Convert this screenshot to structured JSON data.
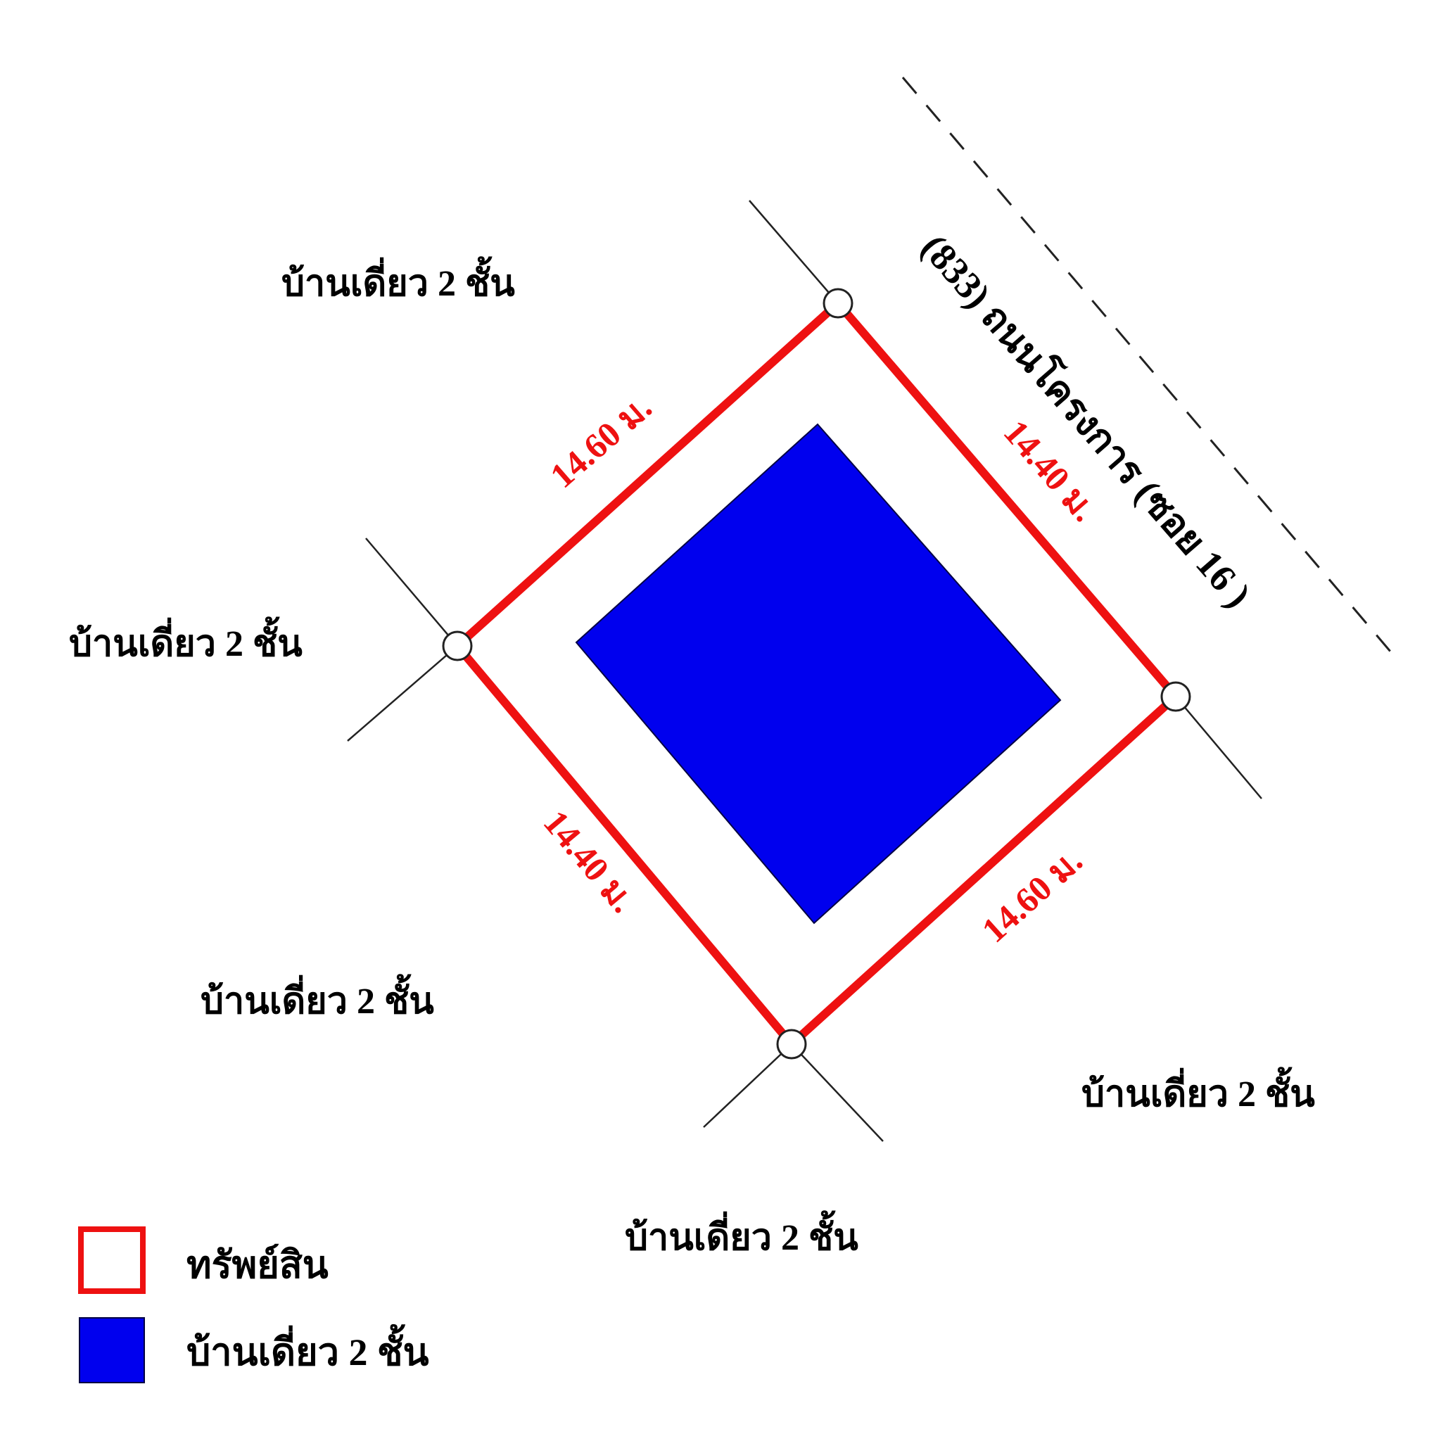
{
  "colors": {
    "boundary": "#ee1111",
    "house": "#0000ee",
    "line": "#222222",
    "background": "#ffffff"
  },
  "road": {
    "label": "(833) ถนนโครงการ (ซอย 16 )"
  },
  "dimensions": {
    "top_left": "14.60 ม.",
    "top_right": "14.40 ม.",
    "bottom_left": "14.40 ม.",
    "bottom_right": "14.60 ม."
  },
  "neighbors": {
    "top": "บ้านเดี่ยว 2 ชั้น",
    "left": "บ้านเดี่ยว 2 ชั้น",
    "bottom_left": "บ้านเดี่ยว 2 ชั้น",
    "bottom_right": "บ้านเดี่ยว 2 ชั้น",
    "bottom": "บ้านเดี่ยว 2 ชั้น"
  },
  "legend": {
    "items": [
      {
        "label": "ทรัพย์สิน",
        "type": "property-boundary"
      },
      {
        "label": "บ้านเดี่ยว 2 ชั้น",
        "type": "single-house"
      }
    ]
  }
}
